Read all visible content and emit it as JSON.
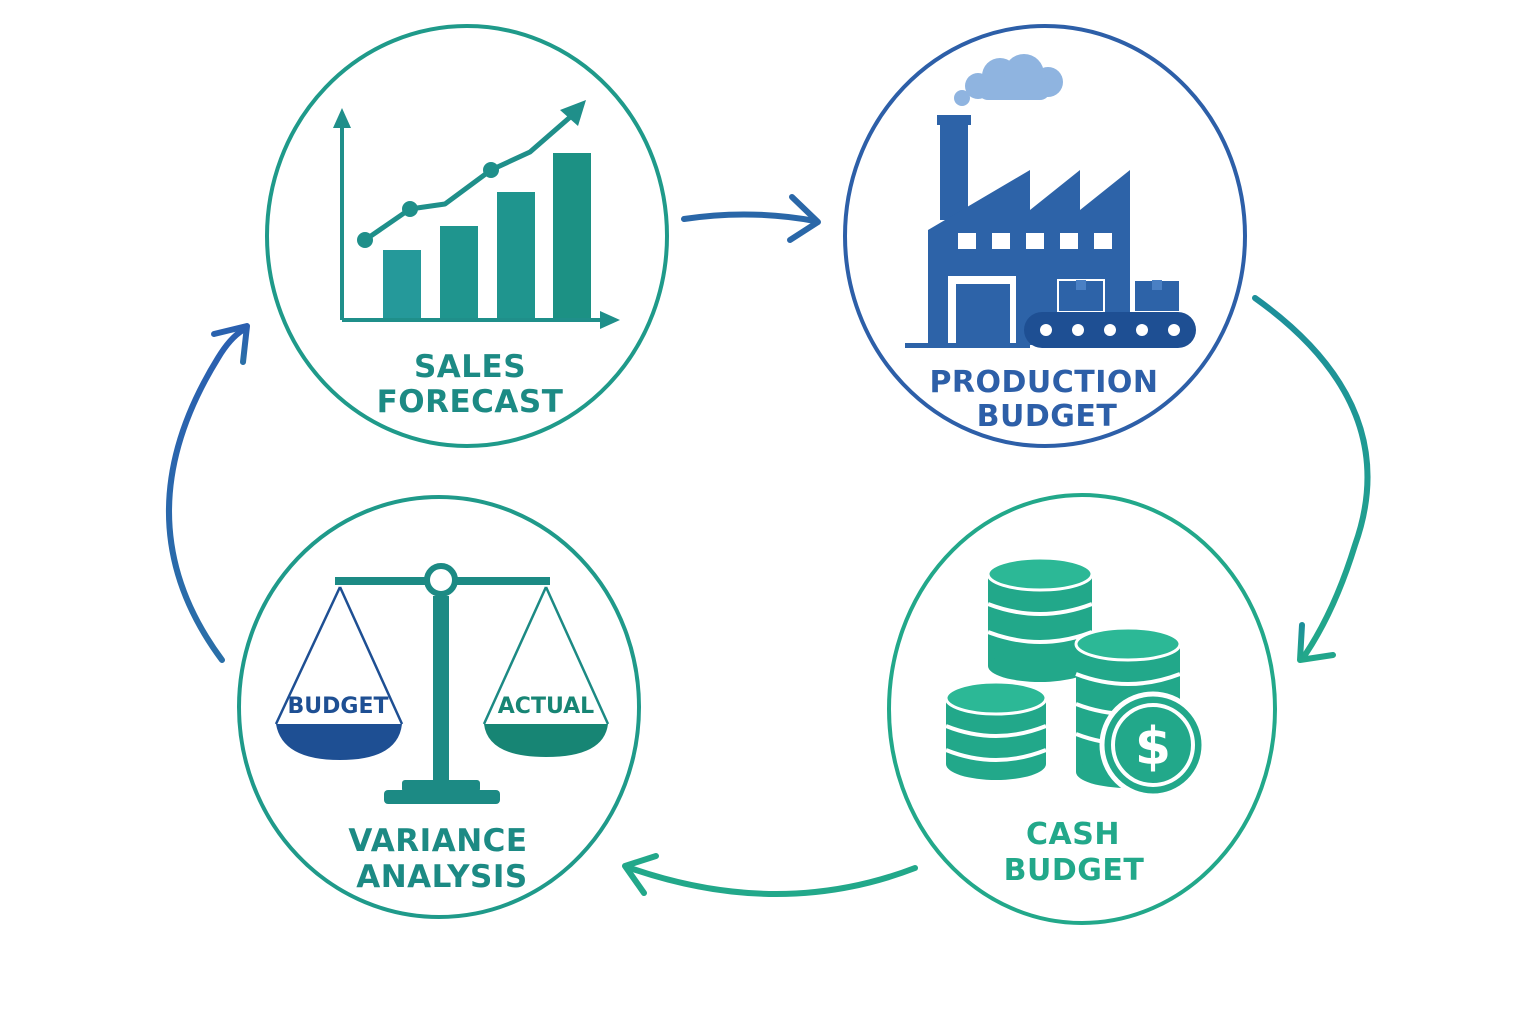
{
  "colors": {
    "teal": "#1f9a8a",
    "teal_dark": "#178574",
    "blue": "#2d63a8",
    "blue_dark": "#1e4f93",
    "green": "#22a88a",
    "smoke": "#8fb4e0"
  },
  "nodes": [
    {
      "id": "sales-forecast",
      "line1": "SALES",
      "line2": "FORECAST",
      "icon": "bar-chart-icon"
    },
    {
      "id": "production-budget",
      "line1": "PRODUCTION",
      "line2": "BUDGET",
      "icon": "factory-icon"
    },
    {
      "id": "cash-budget",
      "line1": "CASH",
      "line2": "BUDGET",
      "icon": "coins-dollar-icon"
    },
    {
      "id": "variance-analysis",
      "line1": "VARIANCE",
      "line2": "ANALYSIS",
      "icon": "balance-scale-icon"
    }
  ],
  "scale": {
    "left_pan": "BUDGET",
    "right_pan": "ACTUAL"
  },
  "currency_symbol": "$"
}
